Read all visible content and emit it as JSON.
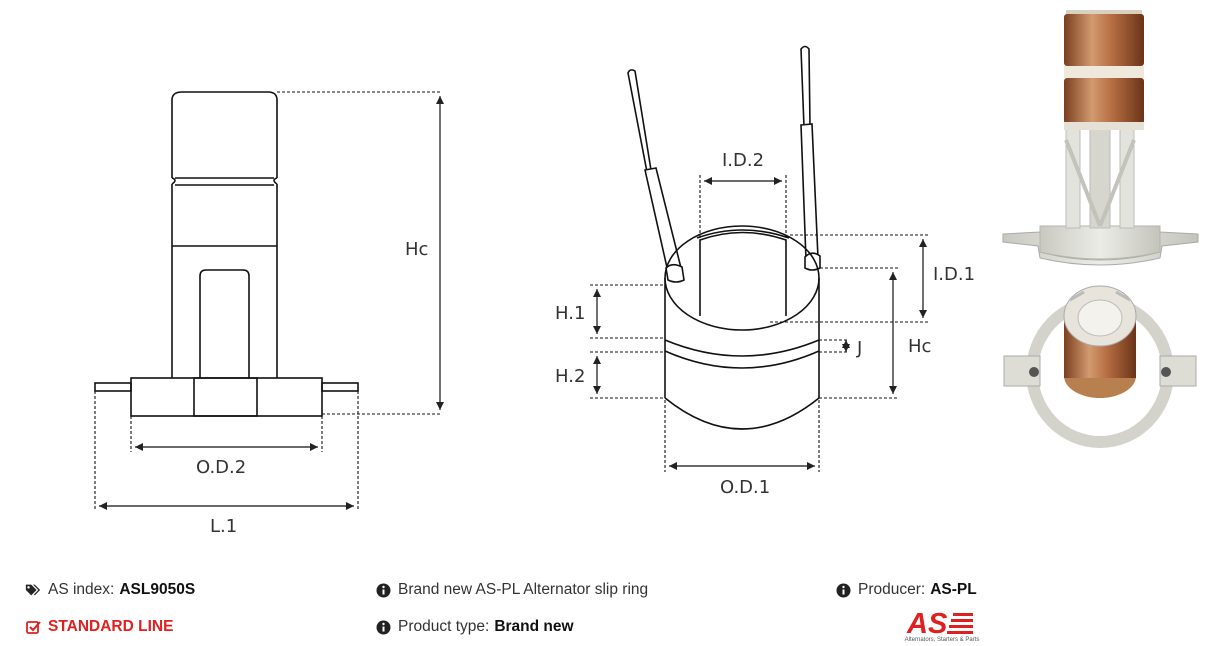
{
  "labels": {
    "hc_left": "Hc",
    "od2": "O.D.2",
    "l1": "L.1",
    "id2": "I.D.2",
    "id1": "I.D.1",
    "h1": "H.1",
    "h2": "H.2",
    "j": "J",
    "hc_right": "Hc",
    "od1": "O.D.1"
  },
  "info": {
    "as_index_label": "AS index:",
    "as_index_value": "ASL9050S",
    "standard_line": "STANDARD LINE",
    "description": "Brand new AS-PL Alternator slip ring",
    "product_type_label": "Product type:",
    "product_type_value": "Brand new",
    "producer_label": "Producer:",
    "producer_value": "AS-PL"
  },
  "logo": {
    "mark": "AS",
    "tagline": "Alternators, Starters & Parts"
  },
  "colors": {
    "accent_red": "#e02020",
    "copper": "#b8744a",
    "plastic": "#dcdcd6"
  },
  "icons": [
    "tags-icon",
    "check-square-icon",
    "info-circle-icon"
  ]
}
